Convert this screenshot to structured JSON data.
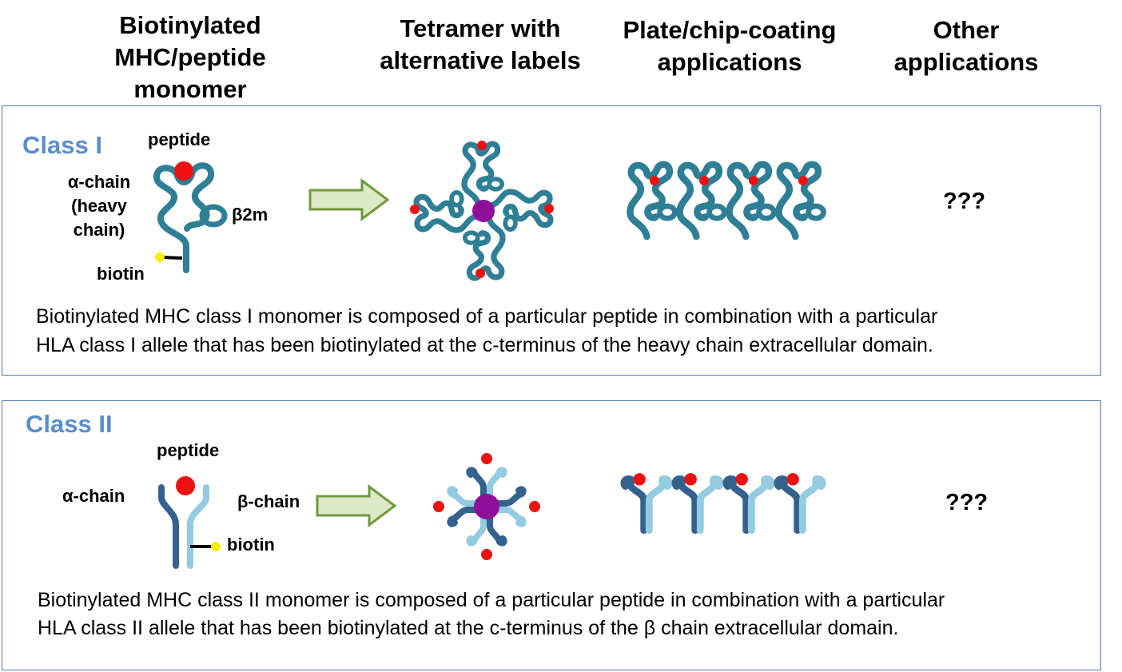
{
  "headers": {
    "monomer": "Biotinylated\nMHC/peptide\nmonomer",
    "tetramer": "Tetramer with\nalternative labels",
    "plate": "Plate/chip-coating\napplications",
    "other": "Other\napplications"
  },
  "class1": {
    "title": "Class I",
    "labels": {
      "peptide": "peptide",
      "alpha_chain": "α-chain\n(heavy\nchain)",
      "b2m": "β2m",
      "biotin": "biotin"
    },
    "unknown": "???",
    "description_line1": "Biotinylated MHC class I monomer is composed of a particular peptide in combination with a particular",
    "description_line2": "HLA class I allele that has been biotinylated at the c-terminus of the heavy chain extracellular domain."
  },
  "class2": {
    "title": "Class II",
    "labels": {
      "peptide": "peptide",
      "alpha_chain": "α-chain",
      "beta_chain": "β-chain",
      "biotin": "biotin"
    },
    "unknown": "???",
    "description_line1": "Biotinylated MHC class II monomer is composed of a particular peptide in combination with a particular",
    "description_line2": "HLA class II allele that has been biotinylated at the c-terminus of the β chain extracellular domain."
  },
  "colors": {
    "teal_chain": "#2e7f96",
    "dark_blue_chain": "#34628f",
    "light_blue_chain": "#93cbe0",
    "peptide_red": "#ee1111",
    "streptavidin_purple": "#8e0f9a",
    "biotin_yellow": "#f5f000",
    "arrow_fill": "#dde8c6",
    "arrow_stroke": "#6e9a3c",
    "panel_border": "#4a78a8",
    "class_title": "#5b8ccc"
  }
}
